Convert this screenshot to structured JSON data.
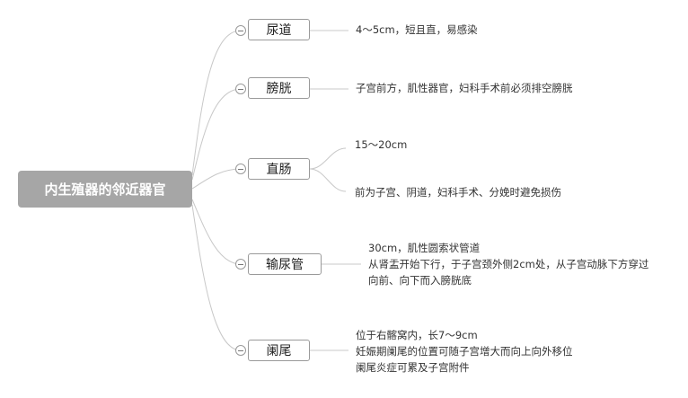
{
  "root": {
    "label": "内生殖器的邻近器官"
  },
  "branches": [
    {
      "label": "尿道",
      "notes": [
        "4～5cm，短且直，易感染"
      ]
    },
    {
      "label": "膀胱",
      "notes": [
        "子宫前方，肌性器官，妇科手术前必须排空膀胱"
      ]
    },
    {
      "label": "直肠",
      "notes": [
        "15～20cm",
        "前为子宫、阴道，妇科手术、分娩时避免损伤"
      ]
    },
    {
      "label": "输尿管",
      "notes": [
        "30cm，肌性圆索状管道",
        "从肾盂开始下行，于子宫颈外侧2cm处，从子宫动脉下方穿过",
        "向前、向下而入膀胱底"
      ]
    },
    {
      "label": "阑尾",
      "notes": [
        "位于右髂窝内，长7～9cm",
        "妊娠期阑尾的位置可随子宫增大而向上向外移位",
        "阑尾炎症可累及子宫附件"
      ]
    }
  ],
  "colors": {
    "root_fill": "#a6a6a6",
    "line": "#c8c8c8",
    "border": "#9a9a9a"
  }
}
